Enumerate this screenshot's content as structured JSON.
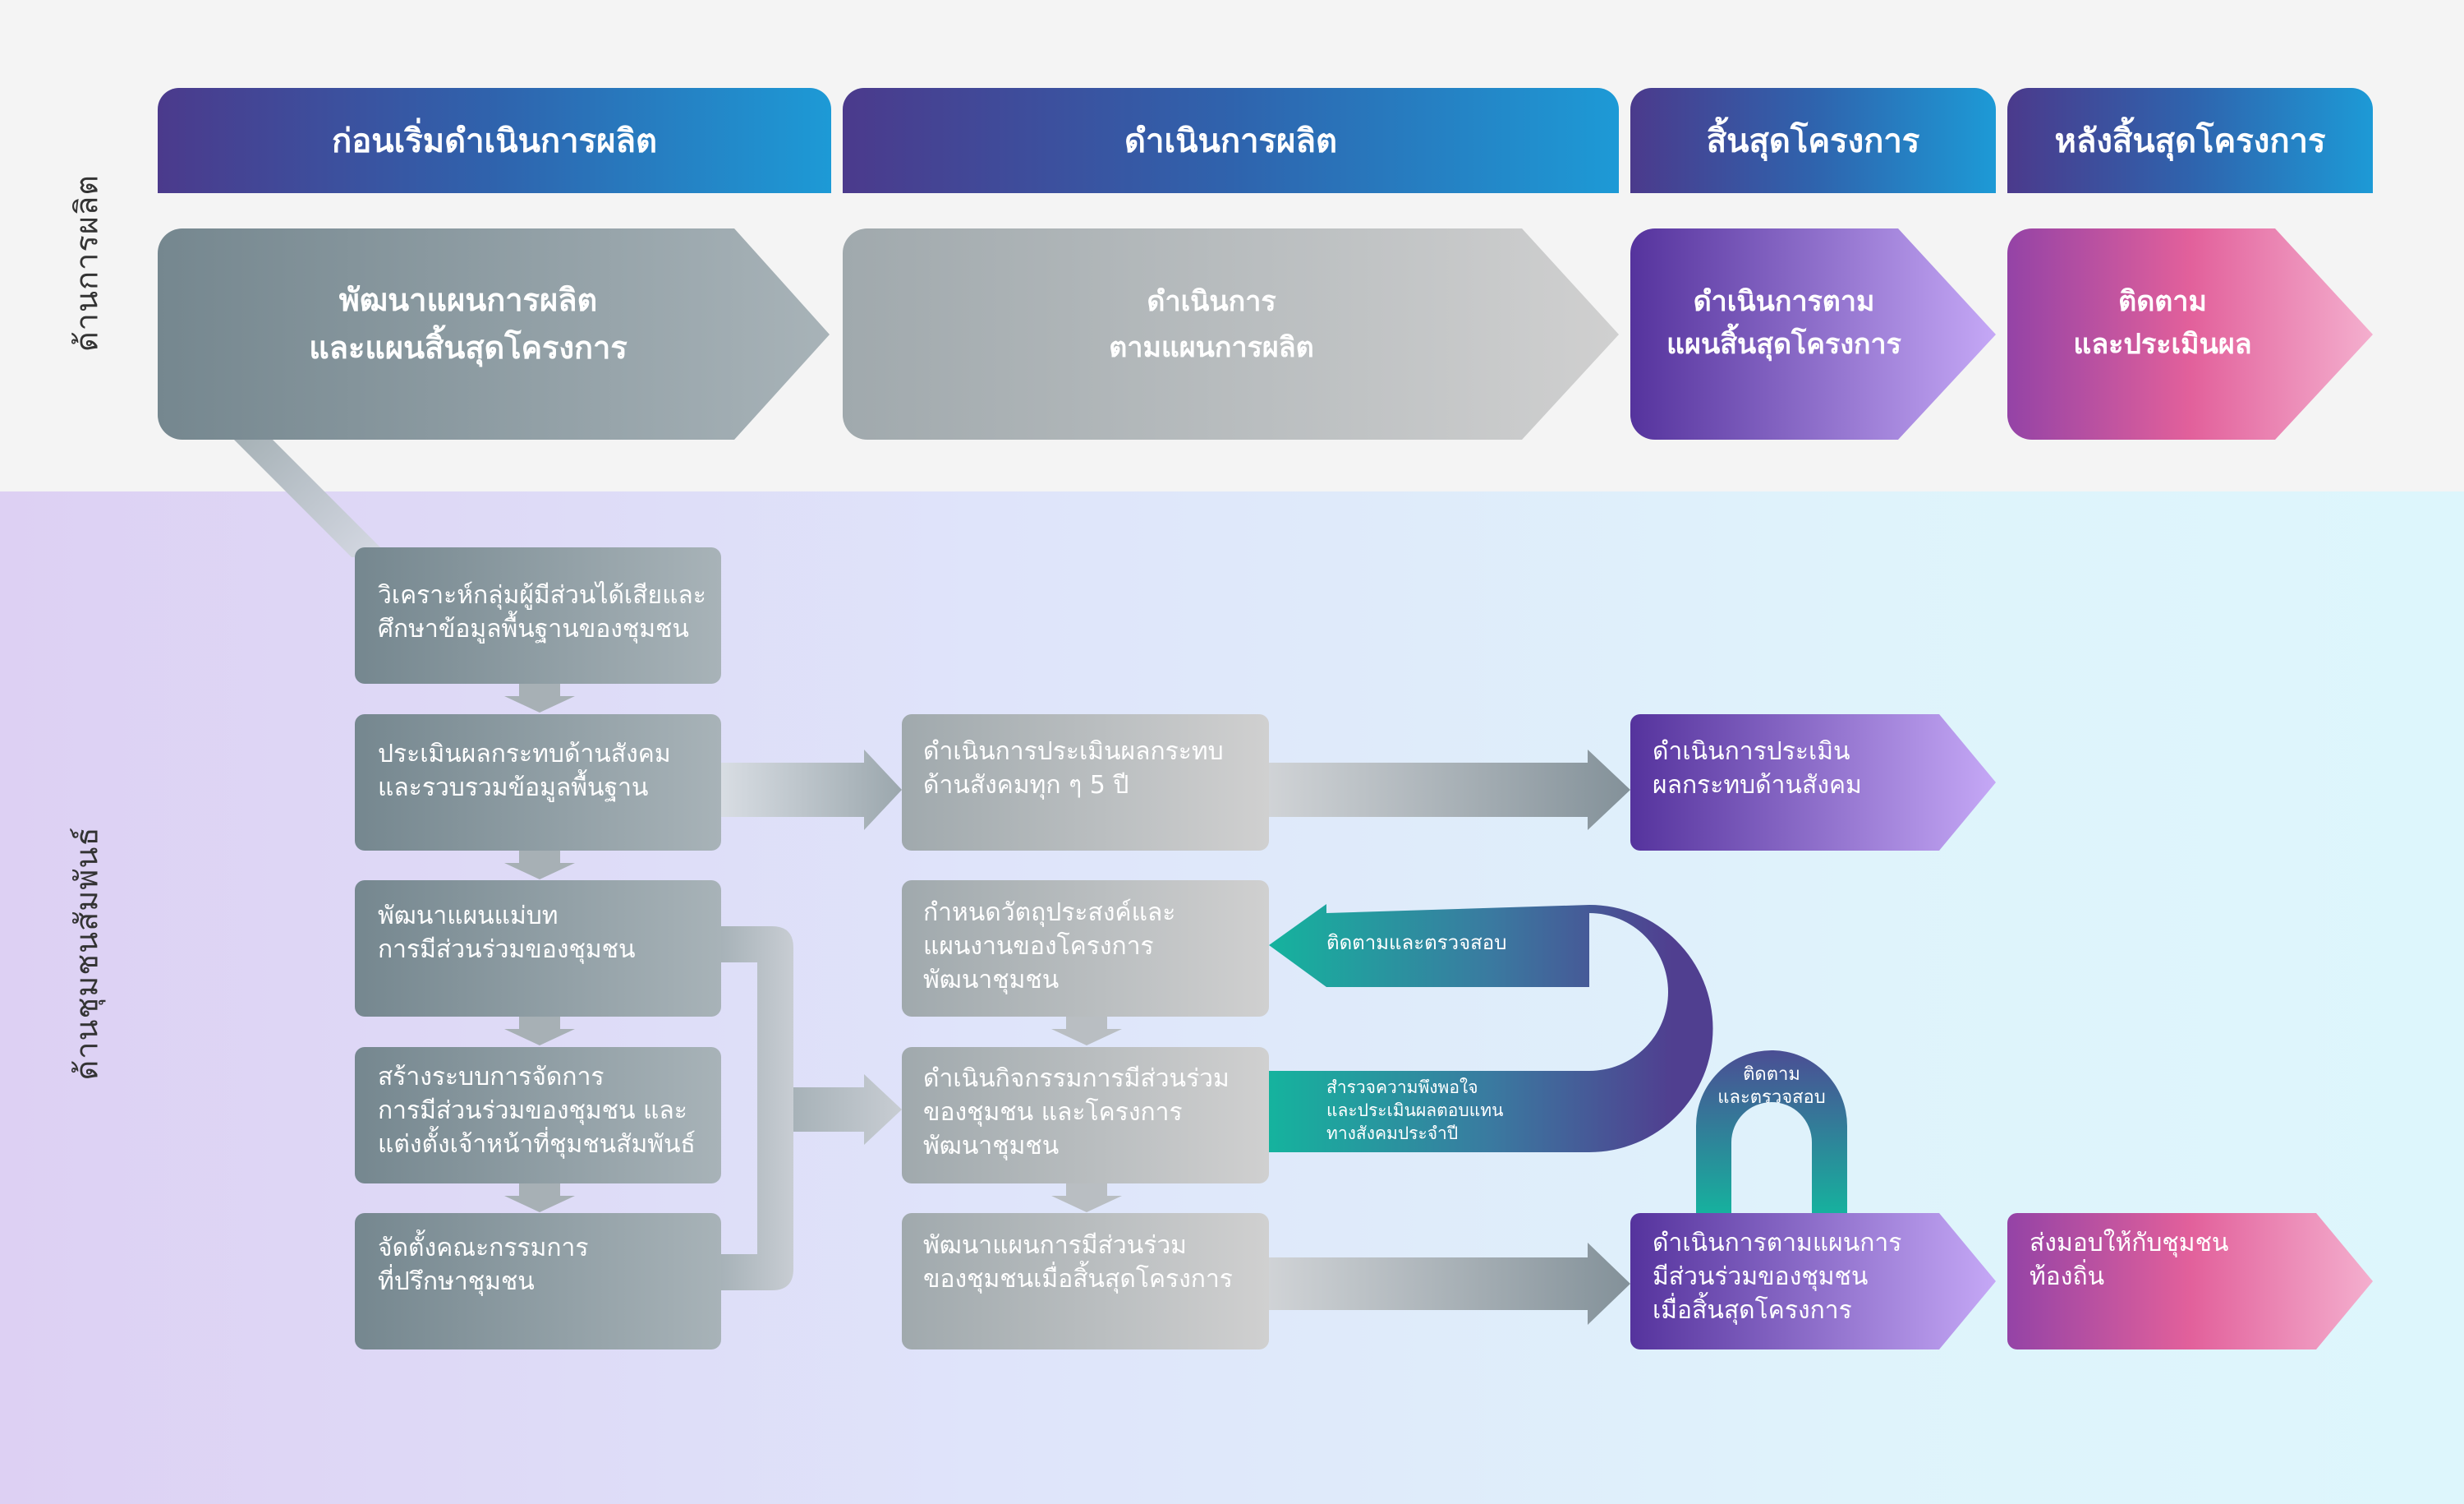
{
  "side_labels": {
    "production": "ด้านการผลิต",
    "community": "ด้านชุมชนสัมพันธ์"
  },
  "phases": [
    "ก่อนเริ่มดำเนินการผลิต",
    "ดำเนินการผลิต",
    "สิ้นสุดโครงการ",
    "หลังสิ้นสุดโครงการ"
  ],
  "production_steps": {
    "develop_plan": [
      "พัฒนาแผนการผลิต",
      "และแผนสิ้นสุดโครงการ"
    ],
    "operate": [
      "ดำเนินการ",
      "ตามแผนการผลิต"
    ],
    "operate_closure": [
      "ดำเนินการตาม",
      "แผนสิ้นสุดโครงการ"
    ],
    "monitor": [
      "ติดตาม",
      "และประเมินผล"
    ]
  },
  "community_steps": {
    "stakeholder_analysis": [
      "วิเคราะห์กลุ่มผู้มีส่วนได้เสียและ",
      "ศึกษาข้อมูลพื้นฐานของชุมชน"
    ],
    "social_impact_assessment": [
      "ประเมินผลกระทบด้านสังคม",
      "และรวบรวมข้อมูลพื้นฐาน"
    ],
    "master_plan": [
      "พัฒนาแผนแม่บท",
      "การมีส่วนร่วมของชุมชน"
    ],
    "participation_system": [
      "สร้างระบบการจัดการ",
      "การมีส่วนร่วมของชุมชน และ",
      "แต่งตั้งเจ้าหน้าที่ชุมชนสัมพันธ์"
    ],
    "advisory_committee": [
      "จัดตั้งคณะกรรมการ",
      "ที่ปรึกษาชุมชน"
    ],
    "impact_every_5_years": [
      "ดำเนินการประเมินผลกระทบ",
      "ด้านสังคมทุก ๆ 5 ปี"
    ],
    "objectives_plan": [
      "กำหนดวัตถุประสงค์และ",
      "แผนงานของโครงการ",
      "พัฒนาชุมชน"
    ],
    "activities": [
      "ดำเนินกิจกรรมการมีส่วนร่วม",
      "ของชุมชน และโครงการ",
      "พัฒนาชุมชน"
    ],
    "participation_closure_plan": [
      "พัฒนาแผนการมีส่วนร่วม",
      "ของชุมชนเมื่อสิ้นสุดโครงการ"
    ],
    "final_impact_assessment": [
      "ดำเนินการประเมิน",
      "ผลกระทบด้านสังคม"
    ],
    "closure_participation": [
      "ดำเนินการตามแผนการ",
      "มีส่วนร่วมของชุมชน",
      "เมื่อสิ้นสุดโครงการ"
    ],
    "handover": [
      "ส่งมอบให้กับชุมชน",
      "ท้องถิ่น"
    ]
  },
  "loop_labels": {
    "monitor_inspect": "ติดตามและตรวจสอบ",
    "survey": [
      "สำรวจความพึงพอใจ",
      "และประเมินผลตอบแทน",
      "ทางสังคมประจำปี"
    ],
    "monitor_inspect_small": [
      "ติดตาม",
      "และตรวจสอบ"
    ]
  },
  "colors": {
    "header_start": "#4b3a8c",
    "header_end": "#1d9ad6",
    "slate_start": "#75878f",
    "slate_end": "#a8b3b8",
    "gray_start": "#a0a9ad",
    "gray_end": "#d0d0d0",
    "purple_start": "#55339d",
    "purple_end": "#c5a8f6",
    "pink_start": "#9443a6",
    "pink_mid": "#e2609b",
    "pink_end": "#f4afce",
    "teal": "#15b39e",
    "navy_purple": "#503f90"
  }
}
